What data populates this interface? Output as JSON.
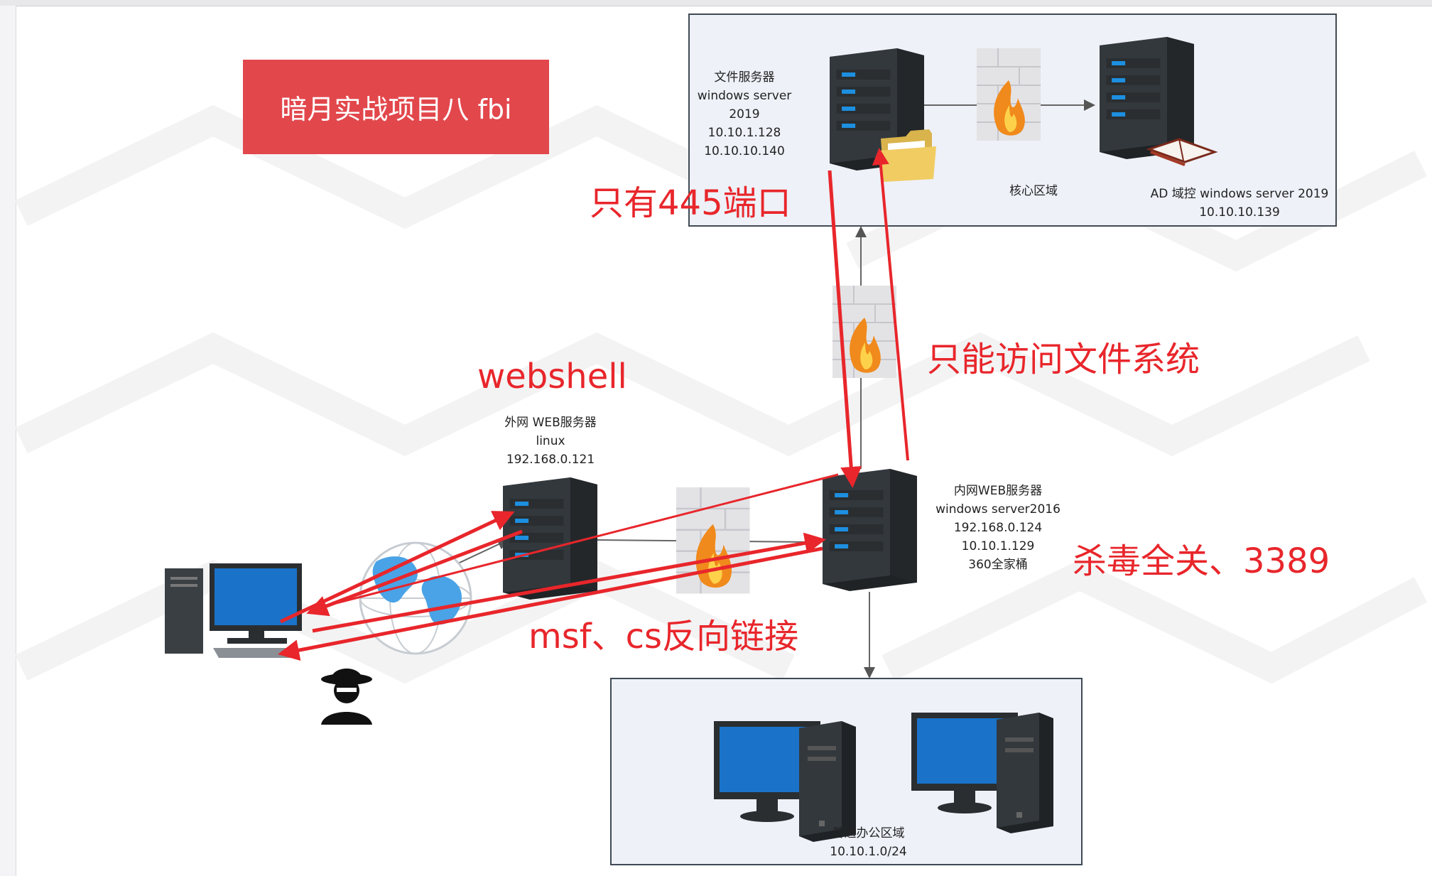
{
  "title": "暗月实战项目八 fbi",
  "file_server": {
    "lines": [
      "文件服务器",
      "windows server",
      "2019",
      "10.10.1.128",
      "10.10.10.140"
    ]
  },
  "core_zone": {
    "label": "核心区域"
  },
  "ad_server": {
    "lines": [
      "AD 域控 windows server 2019",
      "10.10.10.139"
    ]
  },
  "outer_web": {
    "lines": [
      "外网 WEB服务器",
      "linux",
      "192.168.0.121"
    ]
  },
  "inner_web": {
    "lines": [
      "内网WEB服务器",
      "windows server2016",
      "192.168.0.124",
      "10.10.1.129",
      "360全家桶"
    ]
  },
  "office_zone": {
    "lines": [
      "普通办公区域",
      "10.10.1.0/24"
    ]
  },
  "annotations": {
    "port_445": "只有445端口",
    "file_only": "只能访问文件系统",
    "webshell": "webshell",
    "av_off": "杀毒全关、3389",
    "reverse": "msf、cs反向链接"
  },
  "colors": {
    "title_bg": "#e2474c",
    "annotation": "#e8262b",
    "zone_bg": "#eef1f8",
    "server": "#2f3438",
    "server_led": "#1d8fe0"
  }
}
